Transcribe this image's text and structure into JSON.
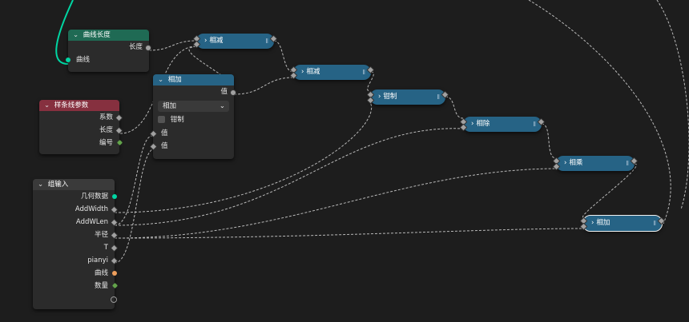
{
  "nodes": {
    "curve_length": {
      "title": "曲线长度",
      "output": "长度",
      "input": "曲线"
    },
    "spline_params": {
      "title": "样条线参数",
      "outputs": [
        "系数",
        "长度",
        "编号"
      ]
    },
    "math_add": {
      "title": "相加",
      "output": "值",
      "operation": "相加",
      "clamp_label": "钳制",
      "inputs": [
        "值",
        "值"
      ]
    },
    "group_input": {
      "title": "组输入",
      "outputs": [
        "几何数据",
        "AddWidth",
        "AddWLen",
        "半径",
        "T",
        "pianyi",
        "曲线",
        "数量"
      ]
    }
  },
  "pills": [
    {
      "label": "相减"
    },
    {
      "label": "相减"
    },
    {
      "label": "钳制"
    },
    {
      "label": "相除"
    },
    {
      "label": "相乘"
    },
    {
      "label": "相加"
    }
  ],
  "icons": {
    "collapse": "chevron-down-icon",
    "pill_collapsed": "chevron-right-icon",
    "grip": "grip-icon"
  },
  "colors": {
    "background": "#1d1d1d",
    "header_green": "#1f6a54",
    "header_red": "#86303f",
    "header_blue": "#266385",
    "socket_geometry": "#00d6a3",
    "socket_curve_orange": "#ed9e5c",
    "socket_int": "#62a34a",
    "socket_float": "#a1a1a1"
  }
}
